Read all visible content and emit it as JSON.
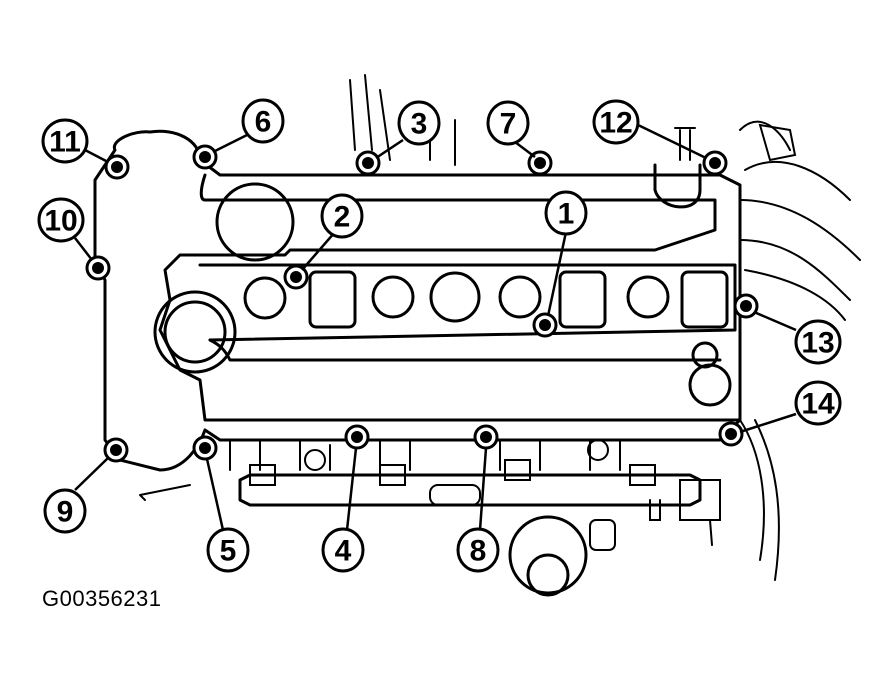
{
  "figure_id": "G00356231",
  "callouts": [
    {
      "number": "1"
    },
    {
      "number": "2"
    },
    {
      "number": "3"
    },
    {
      "number": "4"
    },
    {
      "number": "5"
    },
    {
      "number": "6"
    },
    {
      "number": "7"
    },
    {
      "number": "8"
    },
    {
      "number": "9"
    },
    {
      "number": "10"
    },
    {
      "number": "11"
    },
    {
      "number": "12"
    },
    {
      "number": "13"
    },
    {
      "number": "14"
    }
  ]
}
